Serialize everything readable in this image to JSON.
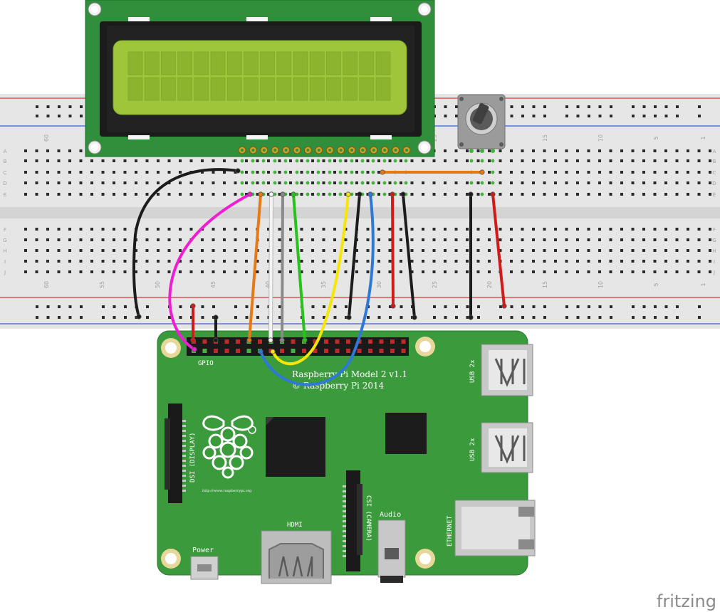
{
  "breadboard": {
    "row_letters": [
      "A",
      "B",
      "C",
      "D",
      "E",
      "F",
      "G",
      "H",
      "I",
      "J"
    ],
    "column_numbers": [
      "60",
      "55",
      "50",
      "45",
      "40",
      "35",
      "30",
      "25",
      "20",
      "15",
      "10",
      "5",
      "1"
    ]
  },
  "raspberry_pi": {
    "model_line1": "Raspberry Pi Model 2 v1.1",
    "model_line2": "© Raspberry Pi 2014",
    "gpio_label": "GPIO",
    "display_label": "DSI (DISPLAY)",
    "camera_label": "CSI (CAMERA)",
    "hdmi_label": "HDMI",
    "audio_label": "Audio",
    "power_label": "Power",
    "usb_label_top": "USB 2x",
    "usb_label_bottom": "USB 2x",
    "ethernet_label": "ETHERNET",
    "url": "http://www.raspberrypi.org"
  },
  "brand": {
    "watermark": "fritzing"
  },
  "colors": {
    "lcd_board": "#2f8f3a",
    "lcd_screen": "#9fc53a",
    "pi_board": "#3a9a3c",
    "breadboard": "#e6e6e6",
    "rail_red": "#d9343a",
    "rail_blue": "#3a5fd1"
  },
  "wires": [
    {
      "color": "#1c1c1c"
    },
    {
      "color": "#f01dd2"
    },
    {
      "color": "#e87a16"
    },
    {
      "color": "#f4f4f4"
    },
    {
      "color": "#8a8a8a"
    },
    {
      "color": "#27c21b"
    },
    {
      "color": "#f6e608"
    },
    {
      "color": "#2f78d8"
    },
    {
      "color": "#1c1c1c"
    },
    {
      "color": "#d11a1a"
    },
    {
      "color": "#1c1c1c"
    },
    {
      "color": "#e87a16"
    },
    {
      "color": "#1c1c1c"
    },
    {
      "color": "#d11a1a"
    },
    {
      "color": "#d11a1a"
    },
    {
      "color": "#1c1c1c"
    }
  ]
}
